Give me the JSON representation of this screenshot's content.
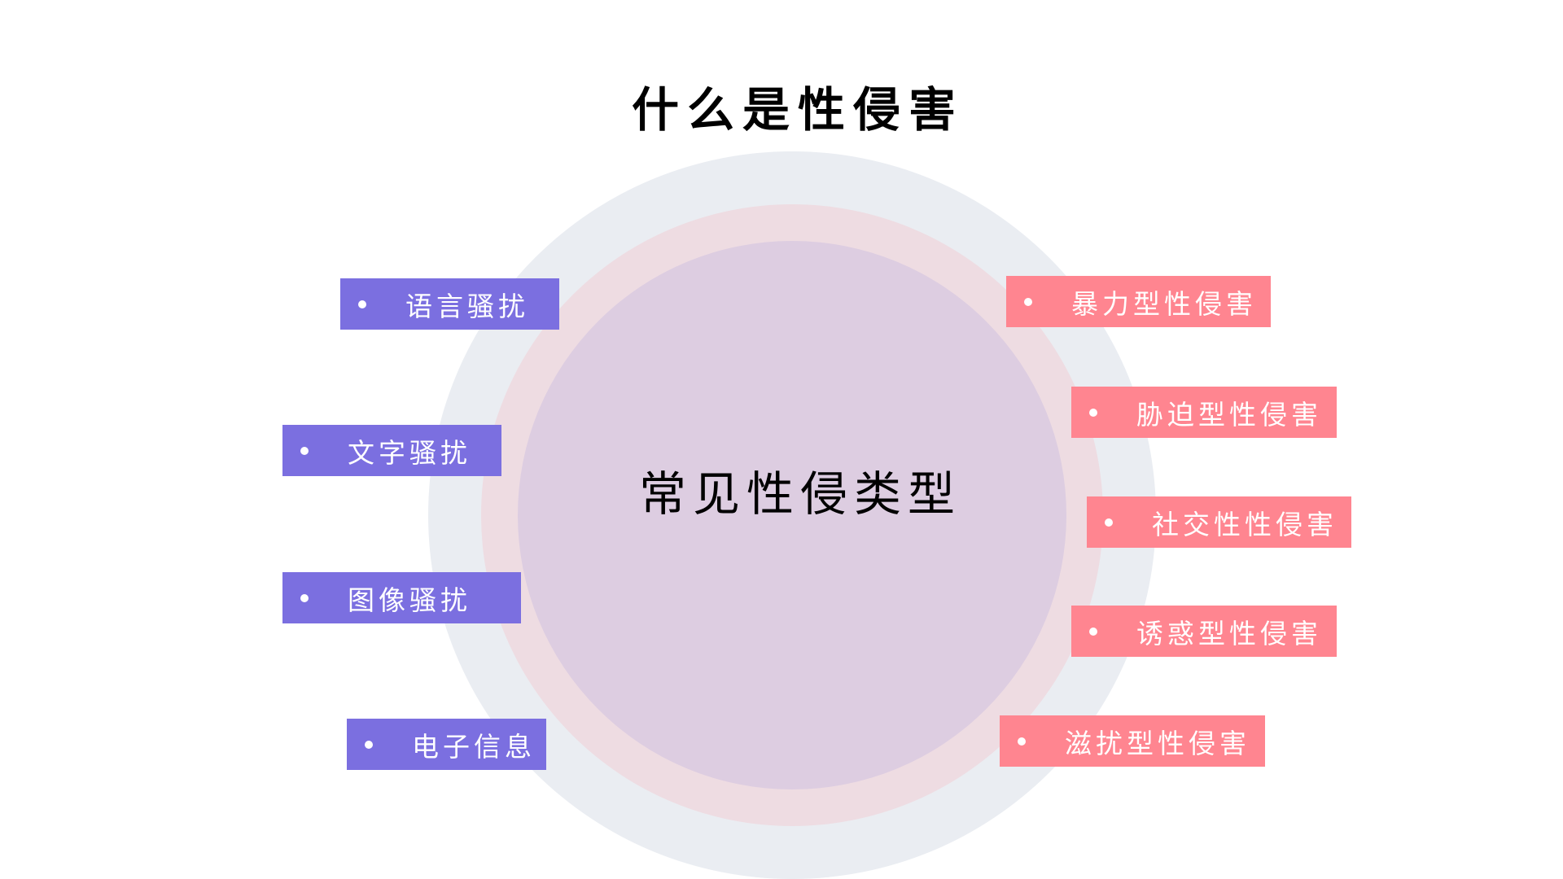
{
  "title": "什么是性侵害",
  "center_label": "常见性侵类型",
  "colors": {
    "left_box": "#7B6FE0",
    "right_box": "#FF8590",
    "outer_ring": "#EAEDF2",
    "middle_ring": "#EEDCE2",
    "inner_circle": "#DDCDE1"
  },
  "left_items": [
    "语言骚扰",
    "文字骚扰",
    "图像骚扰",
    "电子信息"
  ],
  "right_items": [
    "暴力型性侵害",
    "胁迫型性侵害",
    "社交性性侵害",
    "诱惑型性侵害",
    "滋扰型性侵害"
  ]
}
